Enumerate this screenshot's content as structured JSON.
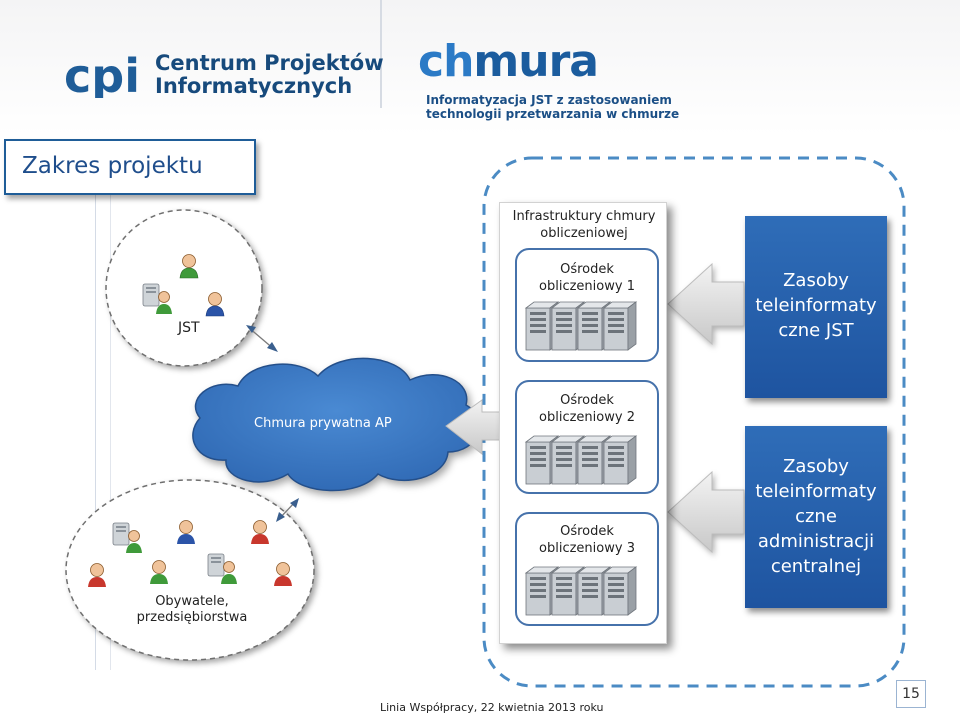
{
  "header": {
    "cpi_logo_letters": "cpi",
    "cpi_name_line1": "Centrum Projektów",
    "cpi_name_line2": "Informatycznych",
    "chmura_logo_prefix": "ch",
    "chmura_logo_suffix": "mura",
    "chmura_subtitle_line1": "Informatyzacja JST z zastosowaniem",
    "chmura_subtitle_line2": "technologii przetwarzania w chmurze"
  },
  "slide_title": "Zakres projektu",
  "jst": {
    "label": "JST"
  },
  "citizens": {
    "label_line1": "Obywatele,",
    "label_line2": "przedsiębiorstwa"
  },
  "cloud": {
    "label": "Chmura prywatna AP"
  },
  "infrastructure": {
    "title_line1": "Infrastruktury chmury",
    "title_line2": "obliczeniowej",
    "centers": [
      {
        "line1": "Ośrodek",
        "line2": "obliczeniowy 1"
      },
      {
        "line1": "Ośrodek",
        "line2": "obliczeniowy 2"
      },
      {
        "line1": "Ośrodek",
        "line2": "obliczeniowy 3"
      }
    ]
  },
  "resources": {
    "jst": {
      "line1": "Zasoby",
      "line2": "teleinformaty",
      "line3": "czne JST"
    },
    "central": {
      "line1": "Zasoby",
      "line2": "teleinformaty",
      "line3": "czne",
      "line4": "administracji",
      "line5": "centralnej"
    }
  },
  "footer": {
    "text": "Linia Współpracy, 22 kwietnia 2013 roku",
    "page_number": "15"
  },
  "colors": {
    "accent": "#1f5d98",
    "cloud_fill": "#3a78c2",
    "box_fill": "#2a63ad",
    "dashed": "#4b8bc4"
  }
}
